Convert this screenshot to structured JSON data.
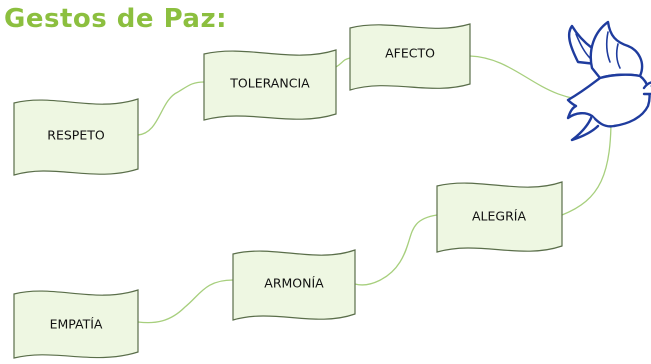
{
  "title": "Gestos de Paz:",
  "colors": {
    "title": "#8cbf3f",
    "node_fill": "#eef7e2",
    "node_stroke": "#5a6e4a",
    "connector": "#a7cf7d",
    "dove_fill": "#ffffff",
    "dove_stroke": "#1f3c9e"
  },
  "icons": {
    "dove": "dove-of-peace-icon"
  },
  "nodes": [
    {
      "id": "respeto",
      "label": "RESPETO"
    },
    {
      "id": "tolerancia",
      "label": "TOLERANCIA"
    },
    {
      "id": "afecto",
      "label": "AFECTO"
    },
    {
      "id": "alegria",
      "label": "ALEGRÍA"
    },
    {
      "id": "armonia",
      "label": "ARMONÍA"
    },
    {
      "id": "empatia",
      "label": "EMPATÍA"
    }
  ]
}
